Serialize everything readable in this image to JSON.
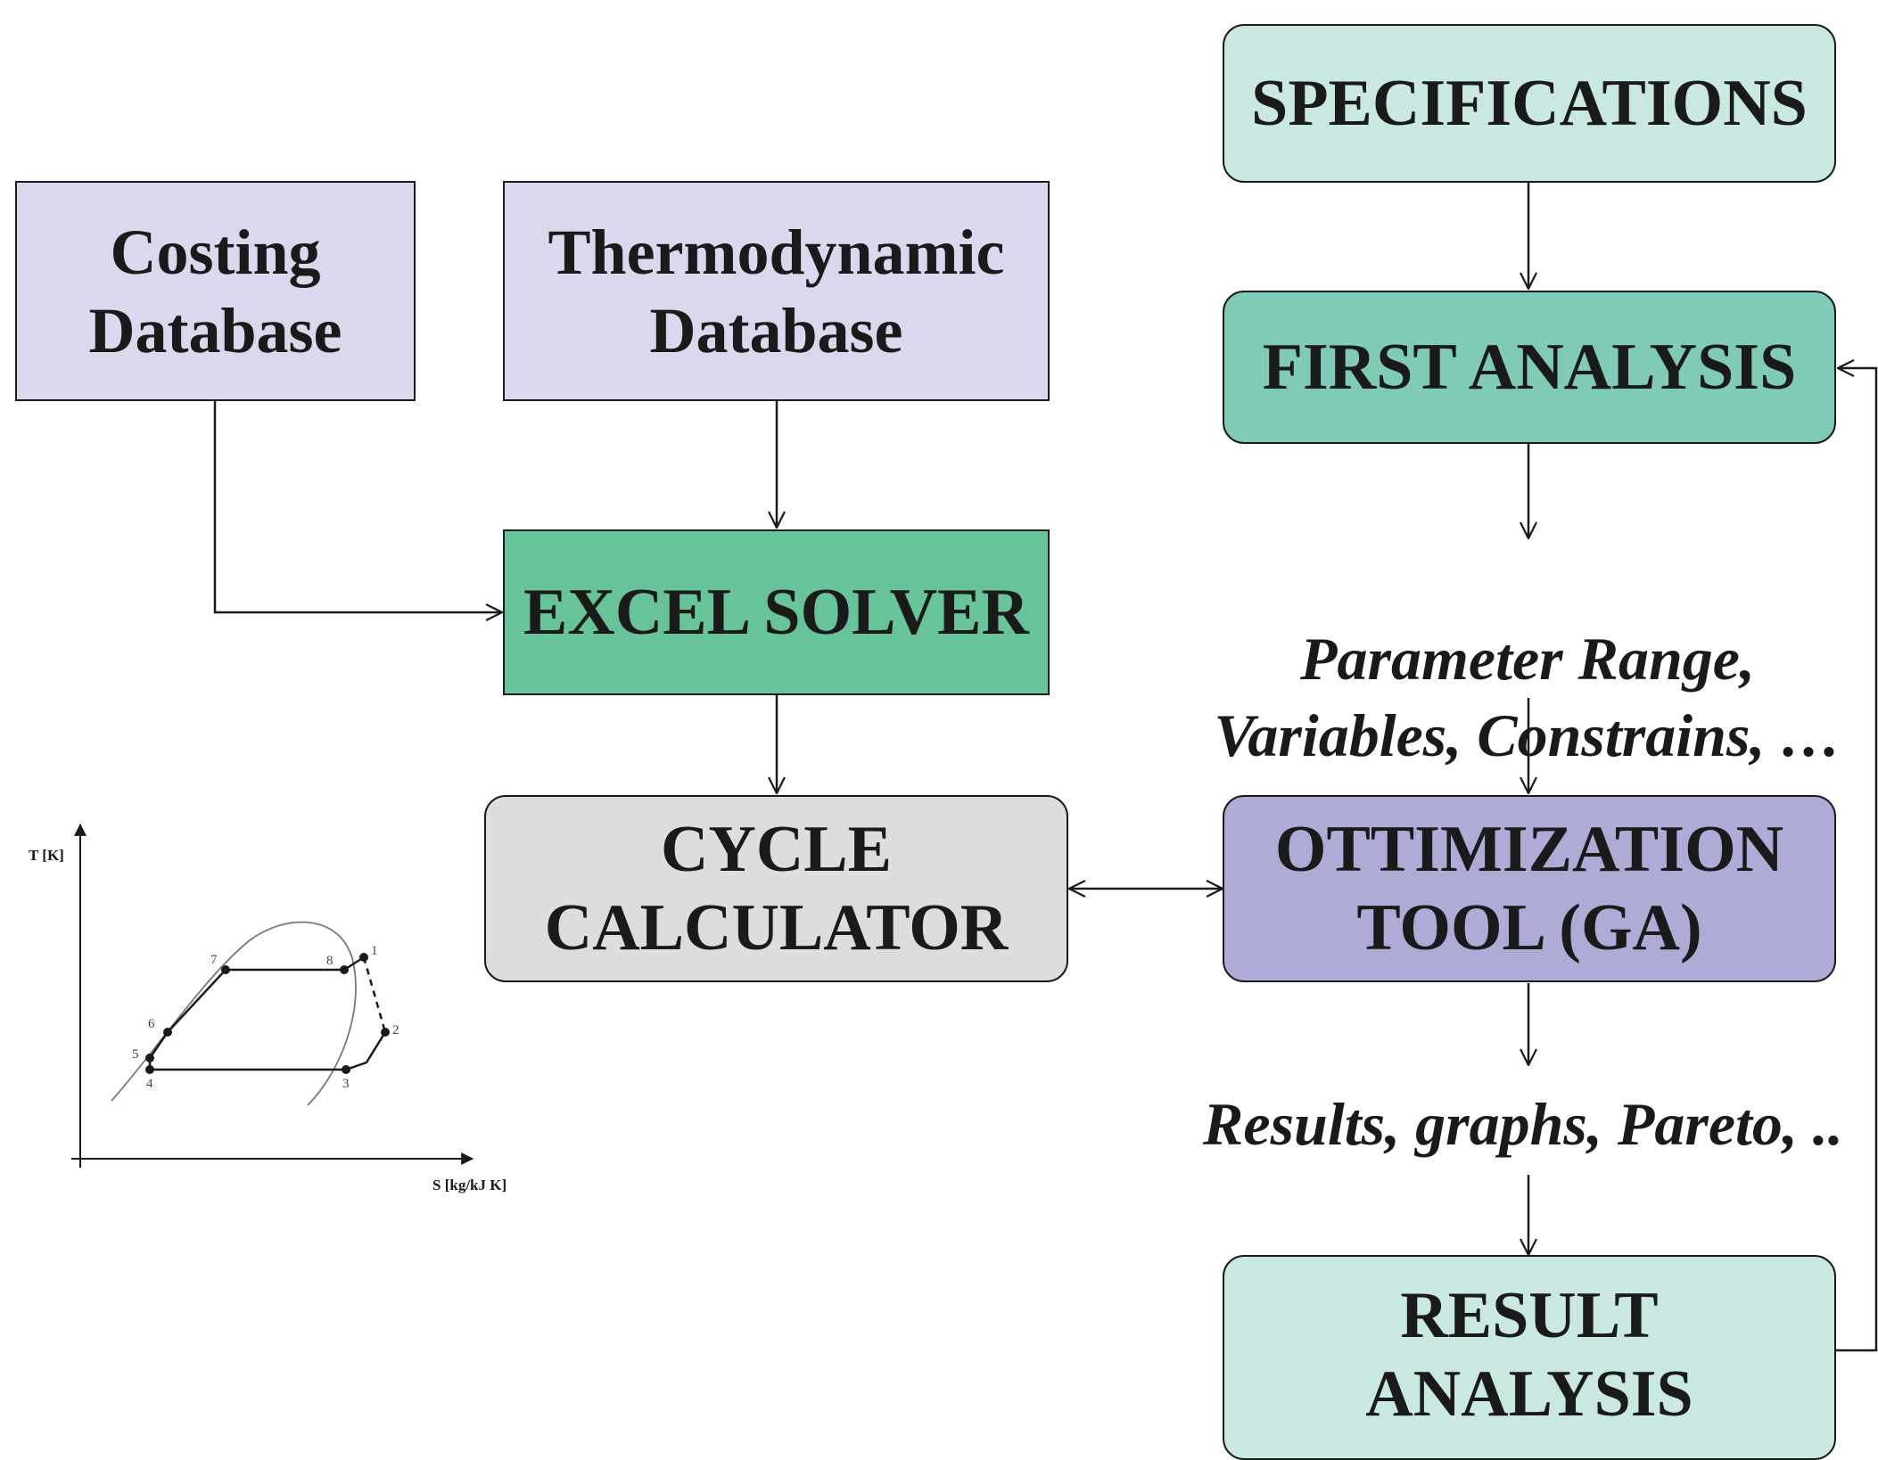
{
  "boxes": {
    "costing_db": "Costing\nDatabase",
    "thermo_db": "Thermodynamic\nDatabase",
    "excel_solver": "EXCEL SOLVER",
    "cycle_calculator": "CYCLE\nCALCULATOR",
    "specifications": "SPECIFICATIONS",
    "first_analysis": "FIRST ANALYSIS",
    "optimization_tool": "OTTIMIZATION\nTOOL (GA)",
    "result_analysis": "RESULT\nANALYSIS"
  },
  "notes": {
    "parameters": "Parameter Range,\nVariables, Constrains, …",
    "results": "Results, graphs, Pareto, .."
  },
  "ts_diagram": {
    "y_axis_label": "T [K]",
    "x_axis_label": "S [kg/kJ K]",
    "point_labels": [
      "1",
      "2",
      "3",
      "4",
      "5",
      "6",
      "7",
      "8"
    ]
  },
  "colors": {
    "database_fill": "#d9d8ec",
    "solver_fill": "#66c39a",
    "calculator_fill": "#dcdddf",
    "spec_fill": "#c9e8e2",
    "first_analysis_fill": "#7fcbb7",
    "optimization_fill": "#aeacd6",
    "line": "#1a1a1a"
  }
}
